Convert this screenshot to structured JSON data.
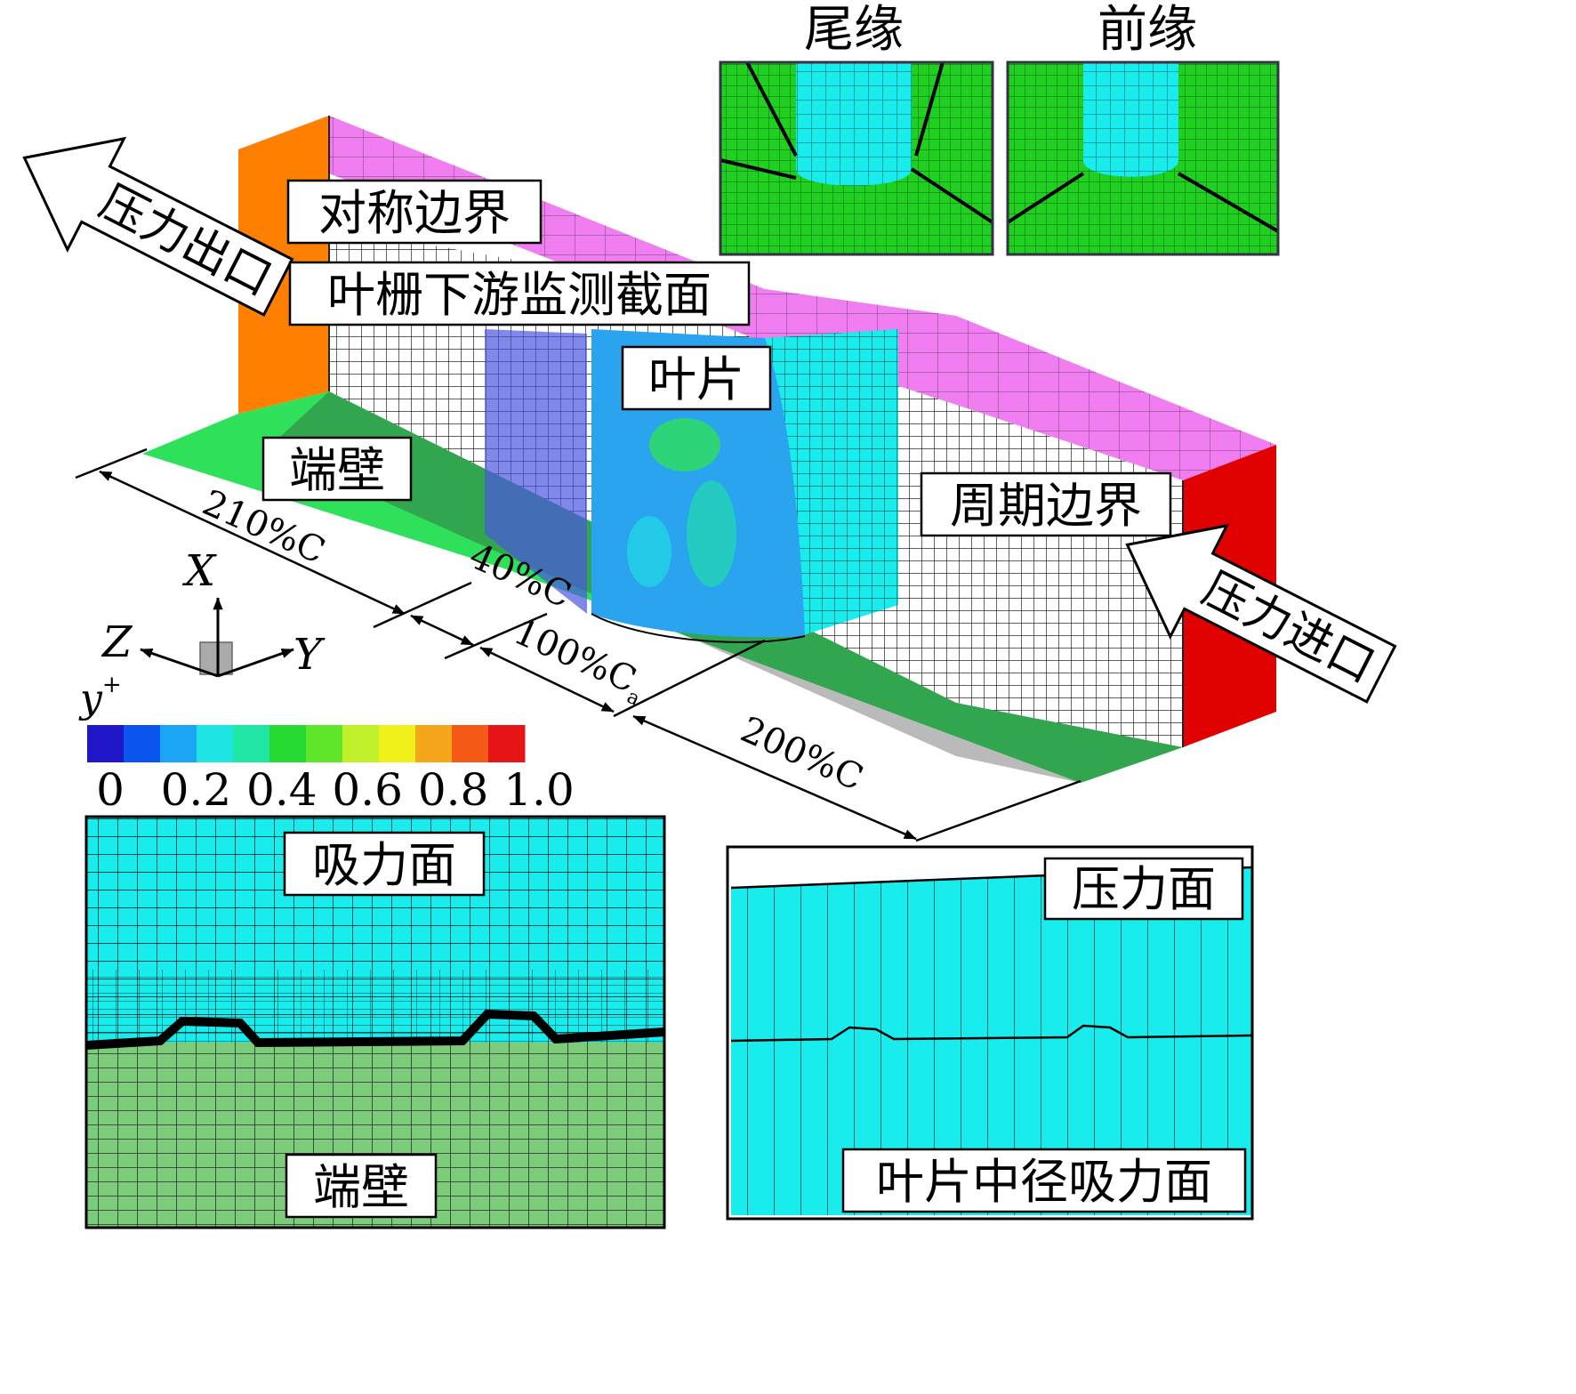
{
  "labels": {
    "trailing_edge": "尾缘",
    "leading_edge": "前缘",
    "symmetry_boundary": "对称边界",
    "pressure_outlet": "压力出口",
    "downstream_monitor_plane": "叶栅下游监测截面",
    "blade": "叶片",
    "endwall": "端壁",
    "periodic_boundary": "周期边界",
    "pressure_inlet": "压力进口",
    "suction_surface": "吸力面",
    "endwall_inset": "端壁",
    "pressure_surface": "压力面",
    "blade_midspan_suction_surface": "叶片中径吸力面"
  },
  "dimensions": {
    "d1": "210%C",
    "d2": "40%C",
    "d3_main": "100%C",
    "d3_sub": "a",
    "d4": "200%C"
  },
  "axes": {
    "x": "X",
    "y": "Y",
    "z": "Z"
  },
  "colorbar": {
    "title_base": "y",
    "title_sup": "+",
    "ticks": [
      "0",
      "0.2",
      "0.4",
      "0.6",
      "0.8",
      "1.0"
    ],
    "colors": [
      "#1f16c8",
      "#0a55f0",
      "#1aa6f5",
      "#1fe4e4",
      "#20e6a6",
      "#26d933",
      "#5fe62a",
      "#bff02a",
      "#f0f01a",
      "#f5a61a",
      "#f55a14",
      "#e61414"
    ]
  },
  "colors": {
    "outlet": "#ff8000",
    "inlet": "#e00000",
    "symmetry": "#f07ef0",
    "endwall": "#2ee05a",
    "blade": "#2aa4ee",
    "monitor_plane": "#4a55e0",
    "mesh_cyan": "#18ecec",
    "mesh_green": "#20d020",
    "mesh_endwall_inset": "#7ccc7c"
  }
}
